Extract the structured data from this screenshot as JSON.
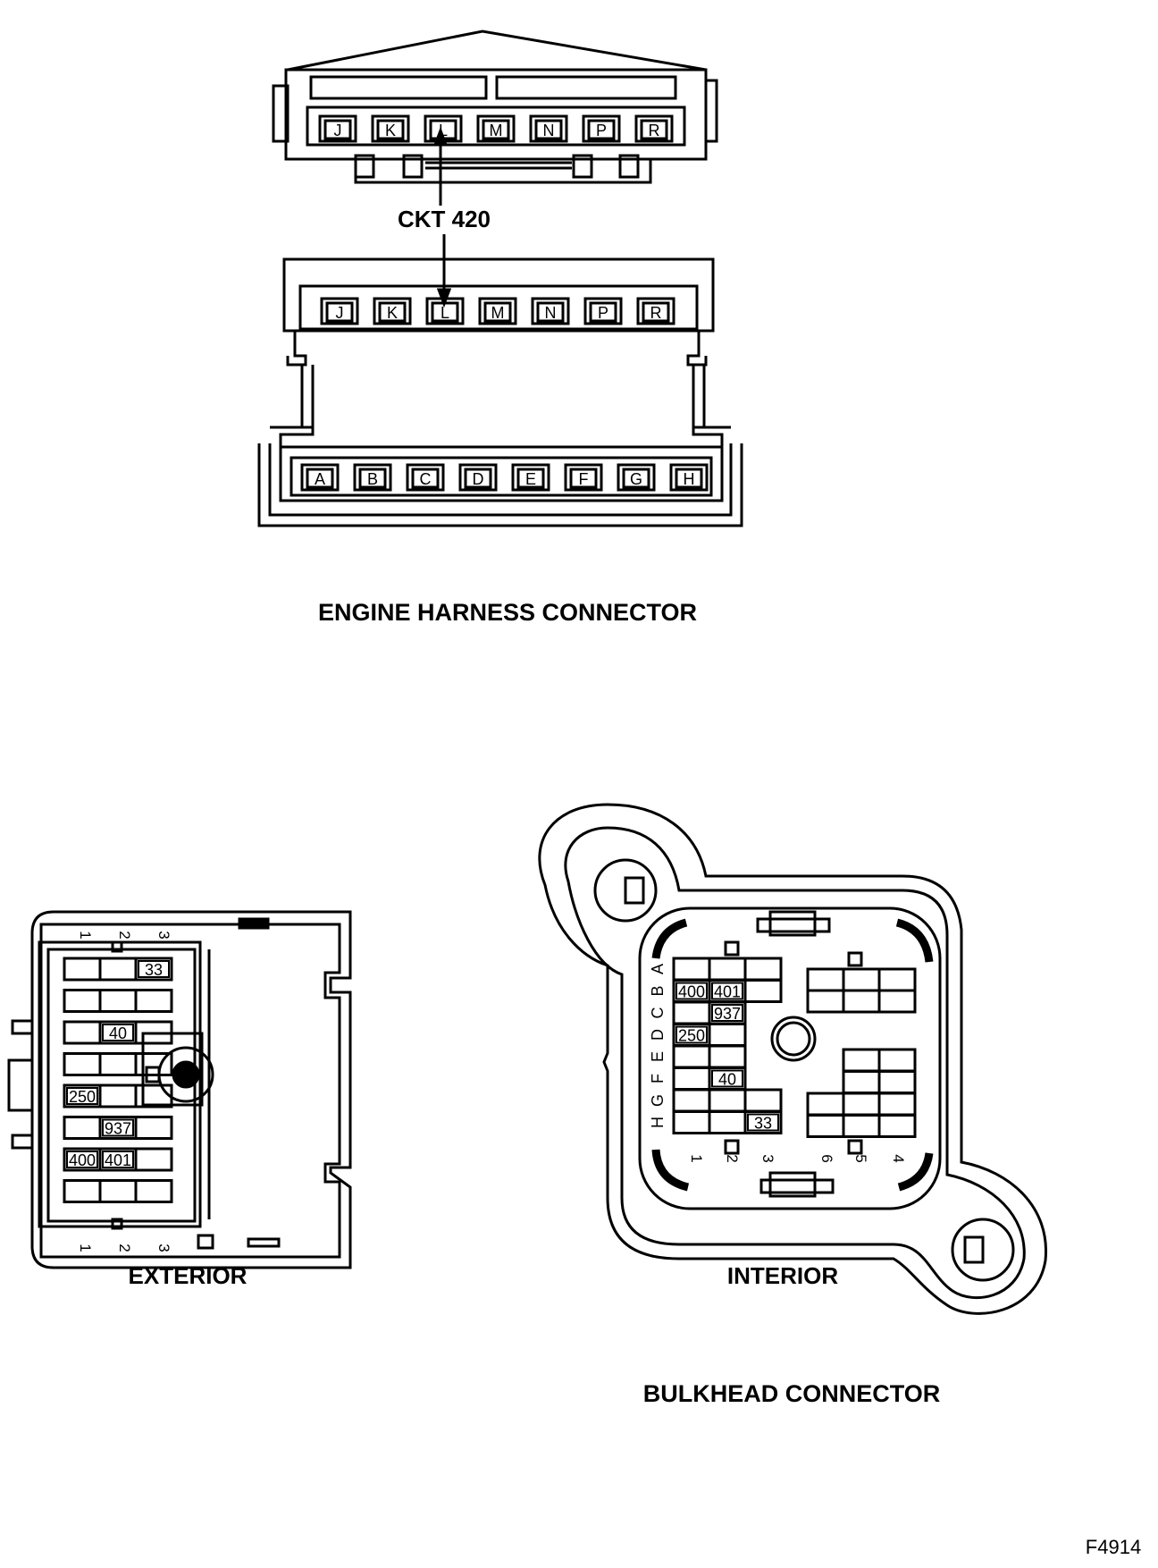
{
  "engine_connector": {
    "title": "ENGINE HARNESS CONNECTOR",
    "callout": "CKT 420",
    "upper_pins": [
      "J",
      "K",
      "L",
      "M",
      "N",
      "P",
      "R"
    ],
    "lower_pins": [
      "A",
      "B",
      "C",
      "D",
      "E",
      "F",
      "G",
      "H"
    ]
  },
  "bulkhead": {
    "title": "BULKHEAD CONNECTOR",
    "exterior": {
      "label": "EXTERIOR",
      "top_cols": [
        "1",
        "2",
        "3"
      ],
      "bottom_cols": [
        "1",
        "2",
        "3"
      ],
      "circuits": {
        "r1c3": "33",
        "r3c2": "40",
        "r5c1": "250",
        "r6c2": "937",
        "r7c1": "400",
        "r7c2": "401"
      }
    },
    "interior": {
      "label": "INTERIOR",
      "row_letters": [
        "A",
        "B",
        "C",
        "D",
        "E",
        "F",
        "G",
        "H"
      ],
      "col_numbers": [
        "1",
        "2",
        "3",
        "6",
        "5",
        "4"
      ],
      "circuits": {
        "b1": "400",
        "b2": "401",
        "c2": "937",
        "d1": "250",
        "f2": "40",
        "h3": "33"
      }
    }
  },
  "figure_id": "F4914"
}
